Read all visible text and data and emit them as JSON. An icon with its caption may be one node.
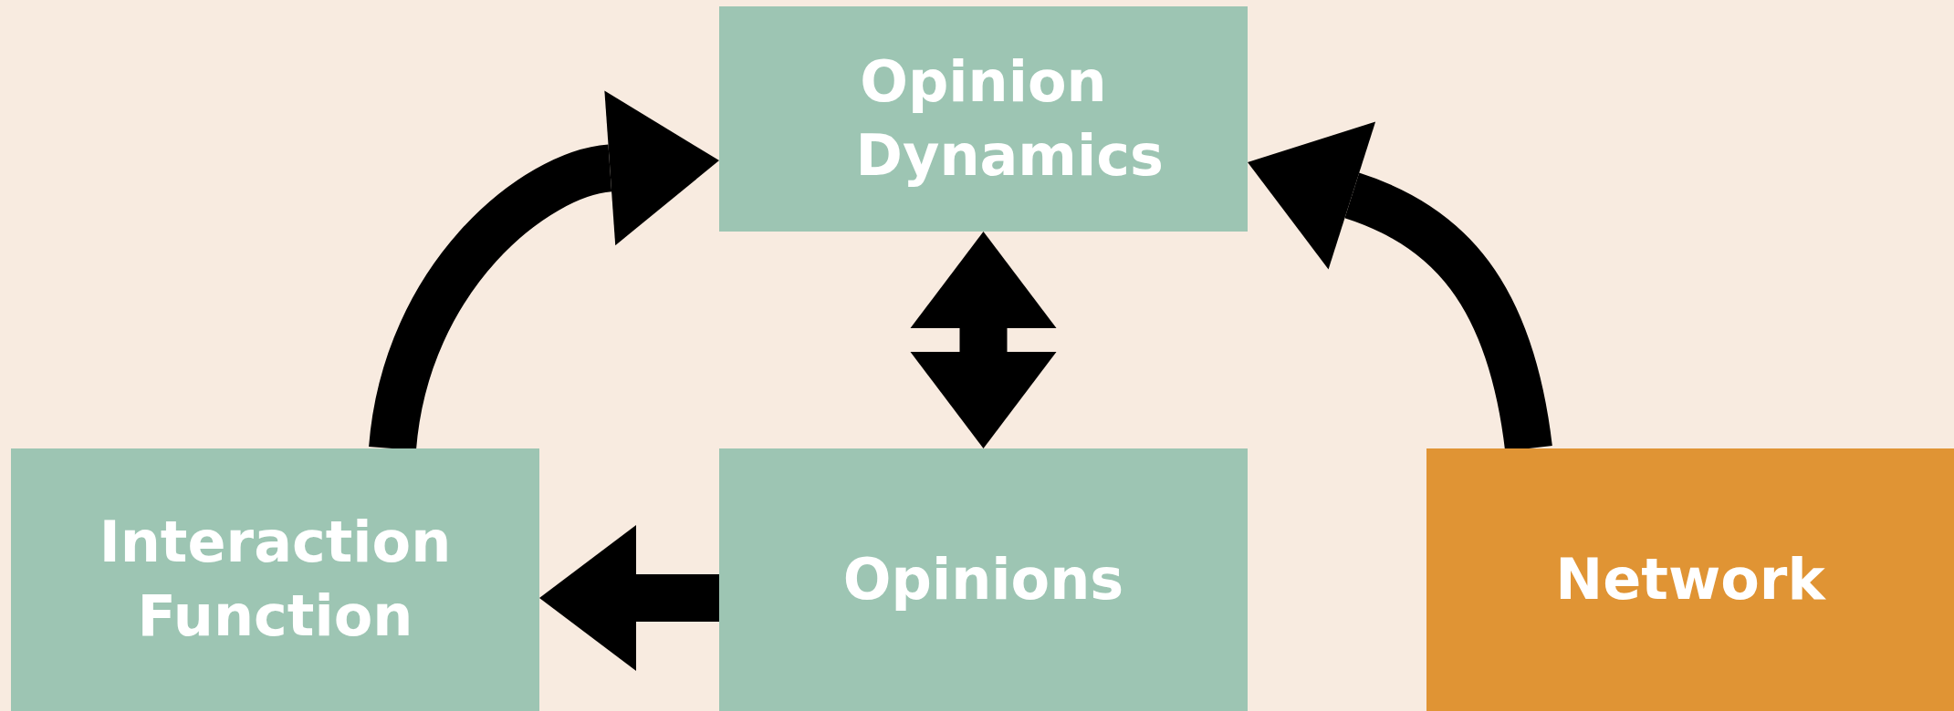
{
  "diagram": {
    "nodes": [
      {
        "text": [
          "Opinion Dynamics"
        ]
      },
      {
        "text": [
          "Interaction Function"
        ]
      },
      {
        "text": [
          "Opinions"
        ]
      },
      {
        "text": [
          "Network"
        ]
      }
    ],
    "edges": [
      {
        "from": 1,
        "to": 0,
        "arrow": "to"
      },
      {
        "from": 3,
        "to": 0,
        "arrow": "to"
      },
      {
        "from": 2,
        "to": 0,
        "arrow": "both"
      },
      {
        "from": 2,
        "to": 1,
        "arrow": "to"
      }
    ]
  }
}
